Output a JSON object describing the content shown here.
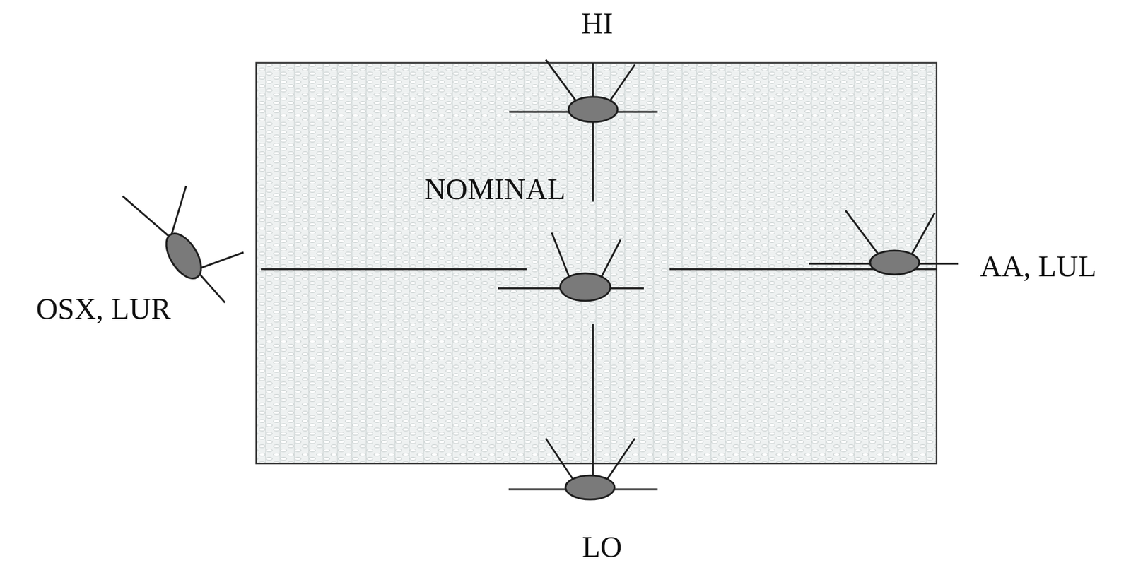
{
  "diagram": {
    "labels": [
      "HI",
      "NOMINAL",
      "OSX, LUR",
      "AA, LUL",
      "LO"
    ]
  }
}
